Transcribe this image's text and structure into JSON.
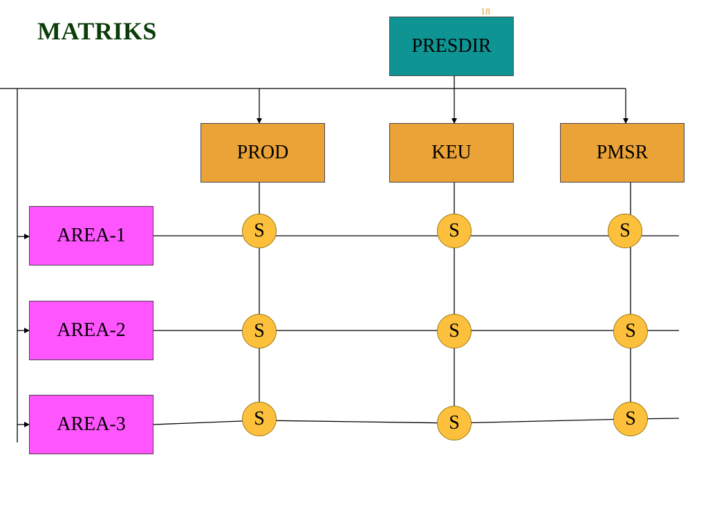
{
  "slide": {
    "title": "MATRIKS",
    "number": "18"
  },
  "org": {
    "top": "PRESDIR",
    "departments": [
      "PROD",
      "KEU",
      "PMSR"
    ],
    "areas": [
      "AREA-1",
      "AREA-2",
      "AREA-3"
    ],
    "node_label": "S"
  },
  "colors": {
    "title": "#0b3d0b",
    "presdir_fill": "#0f9494",
    "department_fill": "#eba236",
    "area_fill": "#ff55ff",
    "node_fill": "#fdc03c",
    "line": "#000000"
  }
}
